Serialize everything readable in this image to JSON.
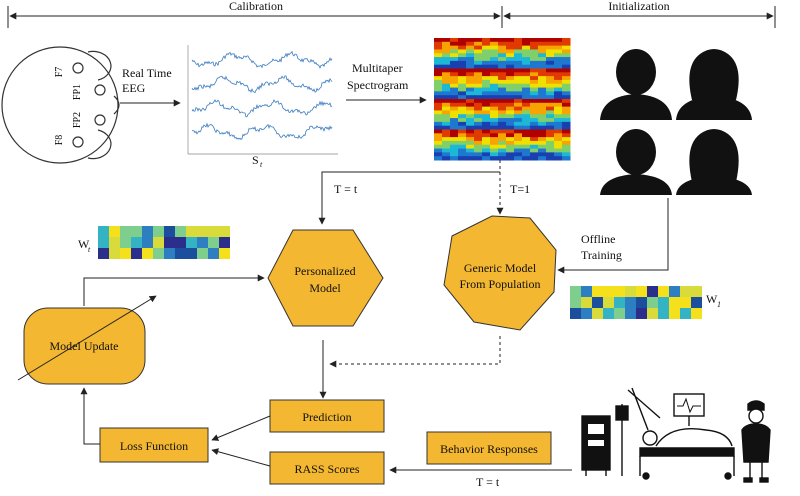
{
  "phases": {
    "calibration": "Calibration",
    "initialization": "Initialization"
  },
  "head": {
    "electrodes": [
      "F7",
      "FP1",
      "FP2",
      "F8"
    ]
  },
  "labels": {
    "eeg_line1": "Real Time",
    "eeg_line2": "EEG",
    "signal_symbol": "S",
    "signal_subscript": "t",
    "spectrogram_line1": "Multitaper",
    "spectrogram_line2": "Spectrogram",
    "t_equals_t_top": "T = t",
    "t_equals_1": "T=1",
    "offline_line1": "Offline",
    "offline_line2": "Training",
    "weight_t_symbol": "W",
    "weight_t_subscript": "t",
    "weight_1_symbol": "W",
    "weight_1_subscript": "1",
    "t_equals_t_bottom": "T = t"
  },
  "nodes": {
    "personalized_model_line1": "Personalized",
    "personalized_model_line2": "Model",
    "generic_model_line1": "Generic Model",
    "generic_model_line2": "From Population",
    "model_update": "Model Update",
    "prediction": "Prediction",
    "rass_scores": "RASS Scores",
    "loss_function": "Loss Function",
    "behavior_responses": "Behavior Responses"
  },
  "colors": {
    "node_fill": "#F4B731",
    "node_stroke": "#333333",
    "arrow": "#222222"
  },
  "weight_matrix_palette": [
    "#2C2E8C",
    "#2E7FC2",
    "#34B3C4",
    "#7ECF8E",
    "#D9DB3A",
    "#F5E11B",
    "#1B4E9C"
  ]
}
